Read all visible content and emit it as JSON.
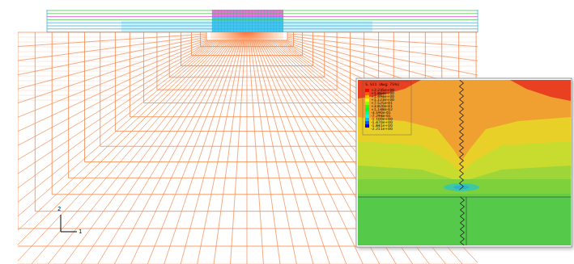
{
  "diagram": {
    "labels": [
      "2",
      "1",
      "S, S11",
      "(Avg: 75%)",
      "-2.211e+00"
    ],
    "legend": [
      {
        "text": "+2.235e+00",
        "color": "#ff0000"
      },
      {
        "text": "+1.864e+00",
        "color": "#ff5d00"
      },
      {
        "text": "+1.494e+00",
        "color": "#ffb900"
      },
      {
        "text": "+1.123e+00",
        "color": "#e8ff00"
      },
      {
        "text": "+7.525e-01",
        "color": "#8bff00"
      },
      {
        "text": "+3.820e-01",
        "color": "#2eff00"
      },
      {
        "text": "+1.148e-02",
        "color": "#00ff2e"
      },
      {
        "text": "-3.590e-01",
        "color": "#00ff8b"
      },
      {
        "text": "-7.294e-01",
        "color": "#00ffe8"
      },
      {
        "text": "-1.100e+00",
        "color": "#00b9ff"
      },
      {
        "text": "-1.470e+00",
        "color": "#005dff"
      },
      {
        "text": "-1.841e+00",
        "color": "#0000ff"
      }
    ]
  }
}
